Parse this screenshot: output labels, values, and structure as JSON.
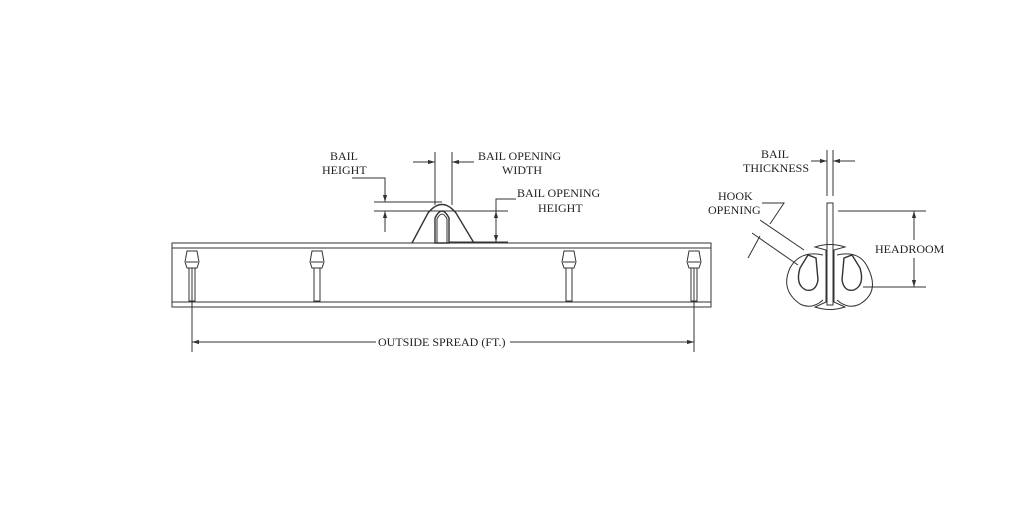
{
  "diagram": {
    "type": "engineering-drawing",
    "subject": "spreader beam with bail and hooks",
    "front_view": {
      "labels": {
        "bail_height_line1": "BAIL",
        "bail_height_line2": "HEIGHT",
        "bail_opening_width_line1": "BAIL OPENING",
        "bail_opening_width_line2": "WIDTH",
        "bail_opening_height_line1": "BAIL OPENING",
        "bail_opening_height_line2": "HEIGHT",
        "outside_spread": "OUTSIDE SPREAD (FT.)"
      },
      "hook_count": 4
    },
    "side_view": {
      "labels": {
        "bail_thickness_line1": "BAIL",
        "bail_thickness_line2": "THICKNESS",
        "hook_opening_line1": "HOOK",
        "hook_opening_line2": "OPENING",
        "headroom": "HEADROOM"
      }
    },
    "colors": {
      "line": "#333333",
      "text": "#222222",
      "background": "#ffffff"
    }
  }
}
